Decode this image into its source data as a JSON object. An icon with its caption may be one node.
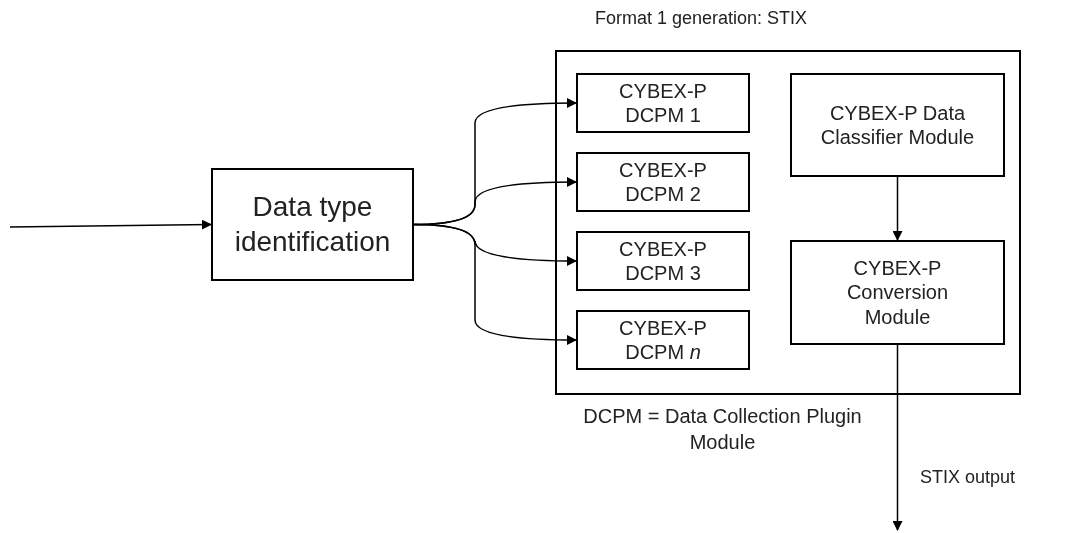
{
  "diagram": {
    "nodes": [
      {
        "text": [
          "Data type identification"
        ]
      },
      {
        "text": [
          "Format 1 generation: STIX"
        ]
      },
      {
        "text": [
          "CYBEX-P DCPM 1"
        ],
        "in": 1
      },
      {
        "text": [
          "CYBEX-P DCPM 2"
        ],
        "in": 1
      },
      {
        "text": [
          "CYBEX-P DCPM 3"
        ],
        "in": 1
      },
      {
        "text": [
          "CYBEX-P DCPM *n*"
        ],
        "in": 1
      },
      {
        "text": [
          "CYBEX-P Data Classifier Module"
        ],
        "in": 1
      },
      {
        "text": [
          "CYBEX-P Conversion Module"
        ],
        "in": 1
      }
    ],
    "edges": [
      {
        "from": null,
        "to": 0,
        "arrow": "to"
      },
      {
        "from": 0,
        "to": 2,
        "arrow": "to"
      },
      {
        "from": 0,
        "to": 3,
        "arrow": "to"
      },
      {
        "from": 0,
        "to": 4,
        "arrow": "to"
      },
      {
        "from": 0,
        "to": 5,
        "arrow": "to"
      },
      {
        "from": 6,
        "to": 7,
        "arrow": "to"
      },
      {
        "from": 7,
        "to": null,
        "arrow": "to",
        "label": "STIX output"
      }
    ],
    "labels": [
      "DCPM = Data Collection Plugin Module"
    ]
  }
}
